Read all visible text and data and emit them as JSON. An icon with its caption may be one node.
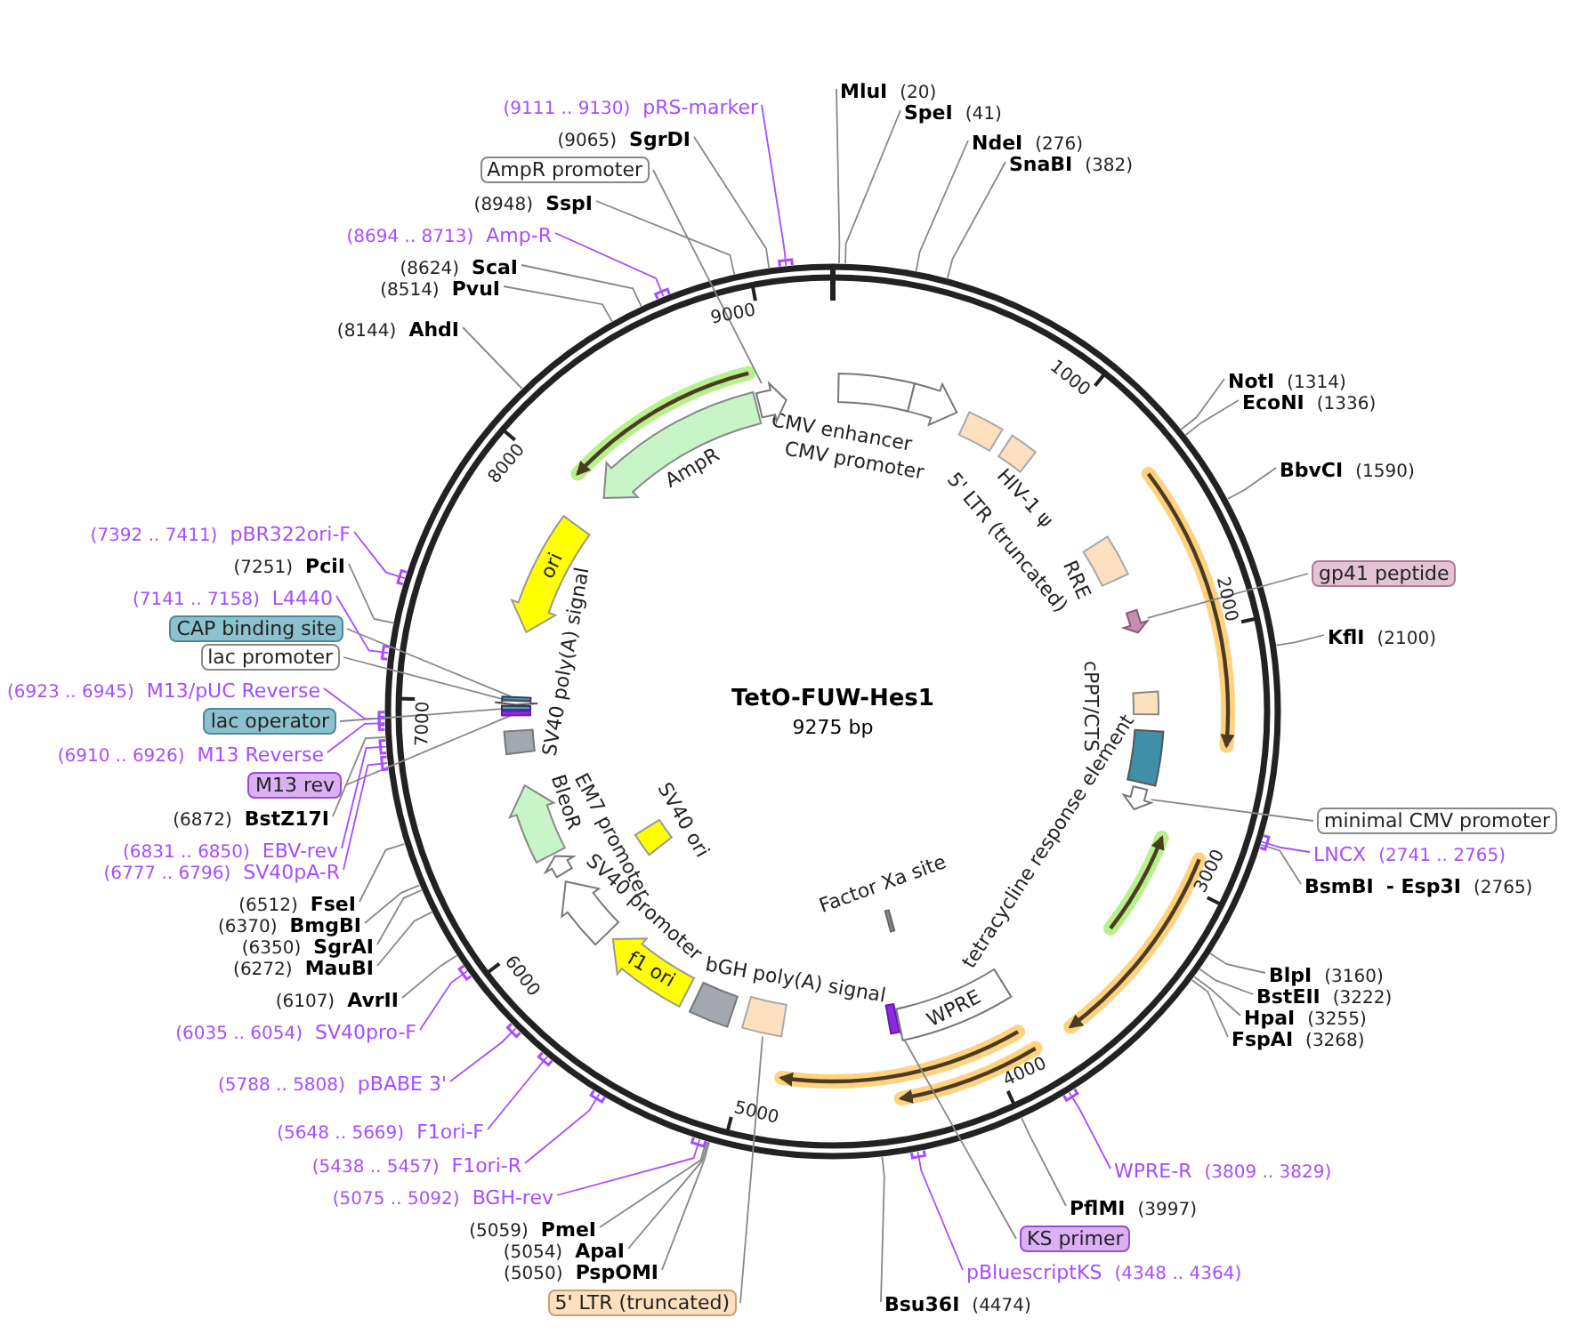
{
  "diagram": {
    "title": "TetO-FUW-Hes1",
    "nodes": [
      {
        "text": [
          "MluI",
          "(20)"
        ]
      },
      {
        "text": [
          "SpeI",
          "(41)"
        ]
      },
      {
        "text": [
          "NdeI",
          "(276)"
        ]
      },
      {
        "text": [
          "SnaBI",
          "(382)"
        ]
      },
      {
        "text": [
          "NotI",
          "(1314)"
        ]
      },
      {
        "text": [
          "EcoNI",
          "(1336)"
        ]
      },
      {
        "text": [
          "BbvCI",
          "(1590)"
        ]
      },
      {
        "text": [
          "gp41 peptide"
        ]
      },
      {
        "text": [
          "KflI",
          "(2100)"
        ]
      },
      {
        "text": [
          "minimal CMV promoter"
        ]
      },
      {
        "text": [
          "LNCX",
          "(2741 .. 2765)"
        ]
      },
      {
        "text": [
          "BsmBI",
          "- Esp3I",
          "(2765)"
        ]
      },
      {
        "text": [
          "BlpI",
          "(3160)"
        ]
      },
      {
        "text": [
          "BstEII",
          "(3222)"
        ]
      },
      {
        "text": [
          "HpaI",
          "(3255)"
        ]
      },
      {
        "text": [
          "FspAI",
          "(3268)"
        ]
      },
      {
        "text": [
          "WPRE-R",
          "(3809 .. 3829)"
        ]
      },
      {
        "text": [
          "PflMI",
          "(3997)"
        ]
      },
      {
        "text": [
          "KS primer"
        ]
      },
      {
        "text": [
          "pBluescriptKS",
          "(4348 .. 4364)"
        ]
      },
      {
        "text": [
          "Bsu36I",
          "(4474)"
        ]
      },
      {
        "text": [
          "(9111 .. 9130)",
          "pRS-marker"
        ]
      },
      {
        "text": [
          "(9065)",
          "SgrDI"
        ]
      },
      {
        "text": [
          "AmpR promoter"
        ]
      },
      {
        "text": [
          "(8948)",
          "SspI"
        ]
      },
      {
        "text": [
          "(8694 .. 8713)",
          "Amp-R"
        ]
      },
      {
        "text": [
          "(8624)",
          "ScaI"
        ]
      },
      {
        "text": [
          "(8514)",
          "PvuI"
        ]
      },
      {
        "text": [
          "(8144)",
          "AhdI"
        ]
      },
      {
        "text": [
          "(7392 .. 7411)",
          "pBR322ori-F"
        ]
      },
      {
        "text": [
          "(7251)",
          "PciI"
        ]
      },
      {
        "text": [
          "(7141 .. 7158)",
          "L4440"
        ]
      },
      {
        "text": [
          "CAP binding site"
        ]
      },
      {
        "text": [
          "lac promoter"
        ]
      },
      {
        "text": [
          "(6923 .. 6945)",
          "M13/pUC Reverse"
        ]
      },
      {
        "text": [
          "lac operator"
        ]
      },
      {
        "text": [
          "(6910 .. 6926)",
          "M13 Reverse"
        ]
      },
      {
        "text": [
          "M13 rev"
        ]
      },
      {
        "text": [
          "(6872)",
          "BstZ17I"
        ]
      },
      {
        "text": [
          "(6831 .. 6850)",
          "EBV-rev"
        ]
      },
      {
        "text": [
          "(6777 .. 6796)",
          "SV40pA-R"
        ]
      },
      {
        "text": [
          "(6512)",
          "FseI"
        ]
      },
      {
        "text": [
          "(6370)",
          "BmgBI"
        ]
      },
      {
        "text": [
          "(6350)",
          "SgrAI"
        ]
      },
      {
        "text": [
          "(6272)",
          "MauBI"
        ]
      },
      {
        "text": [
          "(6107)",
          "AvrII"
        ]
      },
      {
        "text": [
          "(6035 .. 6054)",
          "SV40pro-F"
        ]
      },
      {
        "text": [
          "(5788 .. 5808)",
          "pBABE 3'"
        ]
      },
      {
        "text": [
          "(5648 .. 5669)",
          "F1ori-F"
        ]
      },
      {
        "text": [
          "(5438 .. 5457)",
          "F1ori-R"
        ]
      },
      {
        "text": [
          "(5075 .. 5092)",
          "BGH-rev"
        ]
      },
      {
        "text": [
          "(5059)",
          "PmeI"
        ]
      },
      {
        "text": [
          "(5054)",
          "ApaI"
        ]
      },
      {
        "text": [
          "(5050)",
          "PspOMI"
        ]
      },
      {
        "text": [
          "5' LTR (truncated)"
        ]
      },
      {
        "text": [
          "CMV enhancer"
        ]
      },
      {
        "text": [
          "CMV promoter"
        ]
      },
      {
        "text": [
          "5' LTR (truncated)"
        ]
      },
      {
        "text": [
          "HIV-1 ψ"
        ]
      },
      {
        "text": [
          "RRE"
        ]
      },
      {
        "text": [
          "cPPT/CTS"
        ]
      },
      {
        "text": [
          "tetracycline response element"
        ]
      },
      {
        "text": [
          "WPRE"
        ]
      },
      {
        "text": [
          "Factor Xa site"
        ]
      },
      {
        "text": [
          "bGH poly(A) signal"
        ]
      },
      {
        "text": [
          "f1 ori"
        ]
      },
      {
        "text": [
          "SV40 promoter"
        ]
      },
      {
        "text": [
          "EM7 promoter"
        ]
      },
      {
        "text": [
          "BleoR"
        ]
      },
      {
        "text": [
          "SV40 ori"
        ]
      },
      {
        "text": [
          "SV40 poly(A) signal"
        ]
      },
      {
        "text": [
          "ori"
        ]
      },
      {
        "text": [
          "AmpR"
        ]
      },
      {
        "text": [],
        "shape": "arrow"
      },
      {
        "text": [],
        "shape": "arrow"
      },
      {
        "text": [],
        "shape": "box"
      },
      {
        "text": [],
        "shape": "arrow"
      },
      {
        "text": [],
        "shape": "box"
      },
      {
        "text": [],
        "shape": "arrow"
      },
      {
        "text": [],
        "shape": "box"
      },
      {
        "text": [],
        "shape": "box"
      },
      {
        "text": [],
        "shape": "box"
      }
    ],
    "edges": [
      {
        "from": 0,
        "to": null,
        "arrow": "none"
      },
      {
        "from": 1,
        "to": null,
        "arrow": "none"
      },
      {
        "from": 2,
        "to": null,
        "arrow": "none"
      },
      {
        "from": 3,
        "to": null,
        "arrow": "none"
      },
      {
        "from": 4,
        "to": null,
        "arrow": "none"
      },
      {
        "from": 5,
        "to": null,
        "arrow": "none"
      },
      {
        "from": 6,
        "to": null,
        "arrow": "none"
      },
      {
        "from": 7,
        "to": 73,
        "arrow": "none"
      },
      {
        "from": 8,
        "to": null,
        "arrow": "none"
      },
      {
        "from": 9,
        "to": 74,
        "arrow": "none"
      },
      {
        "from": 10,
        "to": null,
        "arrow": "none",
        "color": "#a64dff"
      },
      {
        "from": 11,
        "to": null,
        "arrow": "none"
      },
      {
        "from": 12,
        "to": null,
        "arrow": "none"
      },
      {
        "from": 13,
        "to": null,
        "arrow": "none"
      },
      {
        "from": 14,
        "to": null,
        "arrow": "none"
      },
      {
        "from": 15,
        "to": null,
        "arrow": "none"
      },
      {
        "from": 16,
        "to": null,
        "arrow": "none",
        "color": "#a64dff"
      },
      {
        "from": 17,
        "to": null,
        "arrow": "none"
      },
      {
        "from": 18,
        "to": 75,
        "arrow": "none"
      },
      {
        "from": 19,
        "to": null,
        "arrow": "none",
        "color": "#a64dff"
      },
      {
        "from": 20,
        "to": null,
        "arrow": "none"
      },
      {
        "from": 21,
        "to": null,
        "arrow": "none",
        "color": "#a64dff"
      },
      {
        "from": 22,
        "to": null,
        "arrow": "none"
      },
      {
        "from": 23,
        "to": 76,
        "arrow": "none"
      },
      {
        "from": 24,
        "to": null,
        "arrow": "none"
      },
      {
        "from": 25,
        "to": null,
        "arrow": "none",
        "color": "#a64dff"
      },
      {
        "from": 26,
        "to": null,
        "arrow": "none"
      },
      {
        "from": 27,
        "to": null,
        "arrow": "none"
      },
      {
        "from": 28,
        "to": null,
        "arrow": "none"
      },
      {
        "from": 29,
        "to": null,
        "arrow": "none",
        "color": "#a64dff"
      },
      {
        "from": 30,
        "to": null,
        "arrow": "none"
      },
      {
        "from": 31,
        "to": null,
        "arrow": "none",
        "color": "#a64dff"
      },
      {
        "from": 32,
        "to": 77,
        "arrow": "none"
      },
      {
        "from": 33,
        "to": 78,
        "arrow": "none"
      },
      {
        "from": 34,
        "to": null,
        "arrow": "none",
        "color": "#a64dff"
      },
      {
        "from": 35,
        "to": 79,
        "arrow": "none"
      },
      {
        "from": 36,
        "to": null,
        "arrow": "none",
        "color": "#a64dff"
      },
      {
        "from": 37,
        "to": 80,
        "arrow": "none"
      },
      {
        "from": 38,
        "to": null,
        "arrow": "none"
      },
      {
        "from": 39,
        "to": null,
        "arrow": "none",
        "color": "#a64dff"
      },
      {
        "from": 40,
        "to": null,
        "arrow": "none",
        "color": "#a64dff"
      },
      {
        "from": 41,
        "to": null,
        "arrow": "none"
      },
      {
        "from": 42,
        "to": null,
        "arrow": "none"
      },
      {
        "from": 43,
        "to": null,
        "arrow": "none"
      },
      {
        "from": 44,
        "to": null,
        "arrow": "none"
      },
      {
        "from": 45,
        "to": null,
        "arrow": "none"
      },
      {
        "from": 46,
        "to": null,
        "arrow": "none",
        "color": "#a64dff"
      },
      {
        "from": 47,
        "to": null,
        "arrow": "none",
        "color": "#a64dff"
      },
      {
        "from": 48,
        "to": null,
        "arrow": "none",
        "color": "#a64dff"
      },
      {
        "from": 49,
        "to": null,
        "arrow": "none",
        "color": "#a64dff"
      },
      {
        "from": 50,
        "to": null,
        "arrow": "none",
        "color": "#a64dff"
      },
      {
        "from": 51,
        "to": null,
        "arrow": "none"
      },
      {
        "from": 52,
        "to": null,
        "arrow": "none"
      },
      {
        "from": 53,
        "to": null,
        "arrow": "none"
      },
      {
        "from": 54,
        "to": 81,
        "arrow": "none"
      }
    ],
    "labels": [
      "9275 bp",
      "1000",
      "2000",
      "3000",
      "4000",
      "5000",
      "6000",
      "7000",
      "8000",
      "9000"
    ]
  }
}
